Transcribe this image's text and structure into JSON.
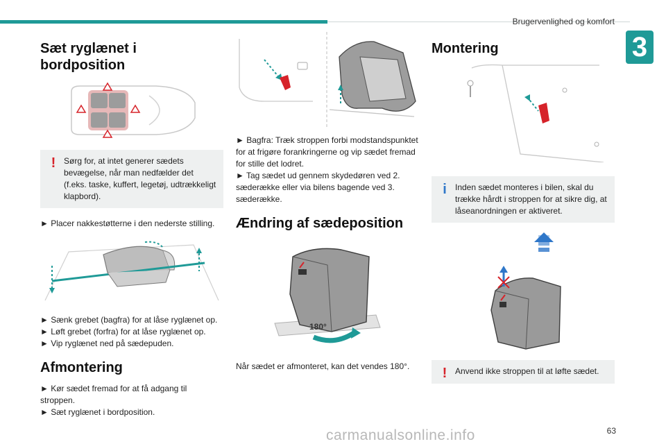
{
  "header": {
    "running_title": "Brugervenlighed og komfort",
    "chapter": "3"
  },
  "col1": {
    "title": "Sæt ryglænet i bordposition",
    "warning": "Sørg for, at intet generer sædets bevægelse, når man nedfælder det (f.eks. taske, kuffert, legetøj, udtrækkeligt klapbord).",
    "step1": "► Placer nakkestøtterne i den nederste stilling.",
    "steps2": [
      "► Sænk grebet (bagfra) for at låse ryglænet op.",
      "► Løft grebet (forfra) for at låse ryglænet op.",
      "► Vip ryglænet ned på sædepuden."
    ],
    "section2_title": "Afmontering",
    "steps3": [
      "► Kør sædet fremad for at få adgang til stroppen.",
      "► Sæt ryglænet i bordposition."
    ]
  },
  "col2": {
    "steps": [
      "► Bagfra: Træk stroppen forbi modstandspunktet for at frigøre forankringerne og vip sædet fremad for stille det lodret.",
      "► Tag sædet ud gennem skydedøren ved 2. sæderække eller via bilens bagende ved 3. sæderække."
    ],
    "section_title": "Ændring af sædeposition",
    "rotation_label": "180°",
    "note": "Når sædet er afmonteret, kan det vendes 180°."
  },
  "col3": {
    "title": "Montering",
    "info": "Inden sædet monteres i bilen, skal du trække hårdt i stroppen for at sikre dig, at låseanordningen er aktiveret.",
    "warning": "Anvend ikke stroppen til at løfte sædet."
  },
  "footer": {
    "page_number": "63",
    "watermark": "carmanualsonline.info"
  },
  "colors": {
    "accent": "#1f9a97",
    "warning": "#d6232a",
    "info": "#2f77c9",
    "box_bg": "#eef0f0"
  },
  "icons": {
    "warning": "exclamation-icon",
    "info": "info-icon"
  }
}
